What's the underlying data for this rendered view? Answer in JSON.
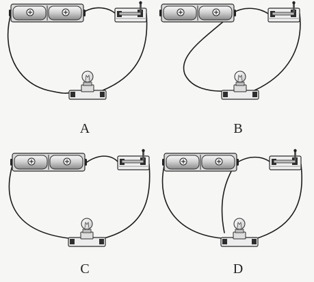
{
  "panels": [
    {
      "label": "A",
      "circuit": "bulb-connected-to-positive-and-negative-terminals"
    },
    {
      "label": "B",
      "circuit": "bulb-connected-to-same-terminal-twice"
    },
    {
      "label": "C",
      "circuit": "bulb-connected-to-positive-and-negative-terminals"
    },
    {
      "label": "D",
      "circuit": "bulb-connected-to-same-terminal-twice"
    }
  ],
  "icons": {
    "battery": "battery-pack-icon",
    "switch": "knife-switch-icon",
    "bulb": "bulb-holder-icon"
  },
  "colors": {
    "background": "#f6f6f4",
    "wire": "#1c1c1c",
    "outline": "#2a2a2a",
    "battery_body": "#dcdcdc",
    "base": "#ededed"
  }
}
